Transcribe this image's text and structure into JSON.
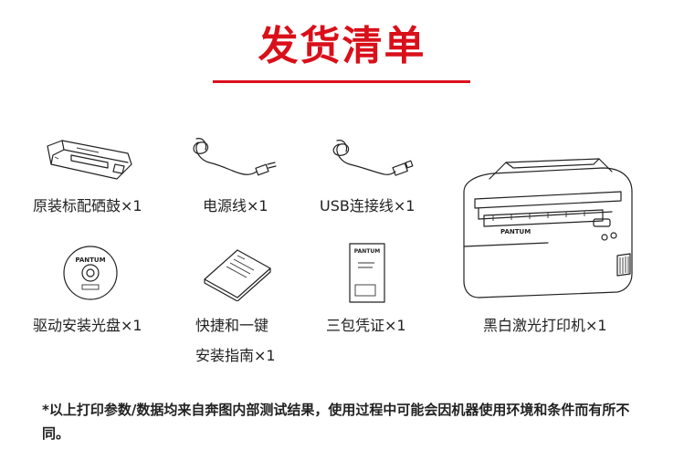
{
  "header": {
    "title": "发货清单"
  },
  "items": [
    {
      "label": "原装标配硒鼓×1",
      "icon": "toner-cartridge-icon"
    },
    {
      "label": "电源线×1",
      "icon": "power-cable-icon"
    },
    {
      "label": "USB连接线×1",
      "icon": "usb-cable-icon"
    },
    {
      "label": "驱动安装光盘×1",
      "icon": "driver-disc-icon",
      "disc_brand": "PANTUM"
    },
    {
      "label_line1": "快捷和一键",
      "label_line2": "安装指南×1",
      "icon": "quick-guide-icon"
    },
    {
      "label": "三包凭证×1",
      "icon": "warranty-card-icon",
      "card_brand": "PANTUM"
    },
    {
      "label": "黑白激光打印机×1",
      "icon": "laser-printer-icon",
      "printer_brand": "PANTUM"
    }
  ],
  "footnote": "*以上打印参数/数据均来自奔图内部测试结果，使用过程中可能会因机器使用环境和条件而有所不同。",
  "colors": {
    "accent": "#d9101a",
    "text": "#222222"
  }
}
